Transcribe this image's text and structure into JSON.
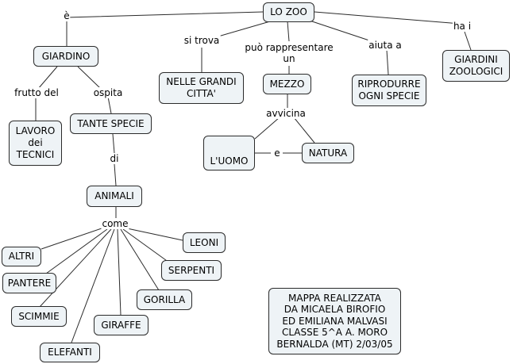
{
  "nodes": {
    "lo_zoo": "LO ZOO",
    "giardino": "GIARDINO",
    "nelle_grandi_citta": "NELLE GRANDI\nCITTA'",
    "mezzo": "MEZZO",
    "riprodurre": "RIPRODURRE\nOGNI SPECIE",
    "giardini_zoologici": "GIARDINI\nZOOLOGICI",
    "lavoro_tecnici": "LAVORO\ndei\nTECNICI",
    "tante_specie": "TANTE SPECIE",
    "uomo": "L'UOMO",
    "natura": "NATURA",
    "animali": "ANIMALI",
    "leoni": "LEONI",
    "altri": "ALTRI",
    "serpenti": "SERPENTI",
    "pantere": "PANTERE",
    "gorilla": "GORILLA",
    "scimmie": "SCIMMIE",
    "giraffe": "GIRAFFE",
    "elefanti": "ELEFANTI",
    "credits": "MAPPA   REALIZZATA\nDA MICAELA BIROFIO\nED EMILIANA MALVASI\nCLASSE 5^A A. MORO\nBERNALDA (MT) 2/03/05"
  },
  "links": {
    "e_verb": "è",
    "si_trova": "si trova",
    "puo_rappresentare": "può rappresentare\nun",
    "aiuta_a": "aiuta a",
    "ha_i": "ha i",
    "frutto_del": "frutto del",
    "ospita": "ospita",
    "avvicina": "avvicina",
    "e_conj": "e",
    "di": "di",
    "come": "come"
  }
}
